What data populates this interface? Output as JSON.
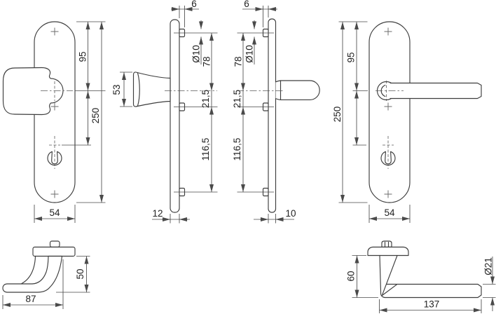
{
  "drawing": {
    "kind": "technical-dimension-drawing",
    "subject": "door security fittings: knob backplate and lever-handle backplate",
    "colors": {
      "background": "#ffffff",
      "object_line": "#3d3d3d",
      "dimension_line": "#4a4a4a",
      "text": "#222222"
    }
  },
  "views": {
    "knob_front": {
      "d95": "95",
      "d250": "250",
      "d54": "54"
    },
    "knob_side": {
      "d6": "6",
      "dia10": "Ø10",
      "d78": "78",
      "d21_5": "21,5",
      "d116_5": "116,5",
      "d12": "12",
      "d53": "53"
    },
    "lever_side": {
      "d6": "6",
      "dia10": "Ø10",
      "d78": "78",
      "d21_5": "21,5",
      "d116_5": "116,5",
      "d10": "10"
    },
    "lever_front": {
      "d95": "95",
      "d250": "250",
      "d54": "54"
    },
    "knob_top": {
      "d50": "50",
      "d87": "87"
    },
    "lever_top": {
      "d60": "60",
      "dia21": "Ø21",
      "d137": "137"
    }
  }
}
